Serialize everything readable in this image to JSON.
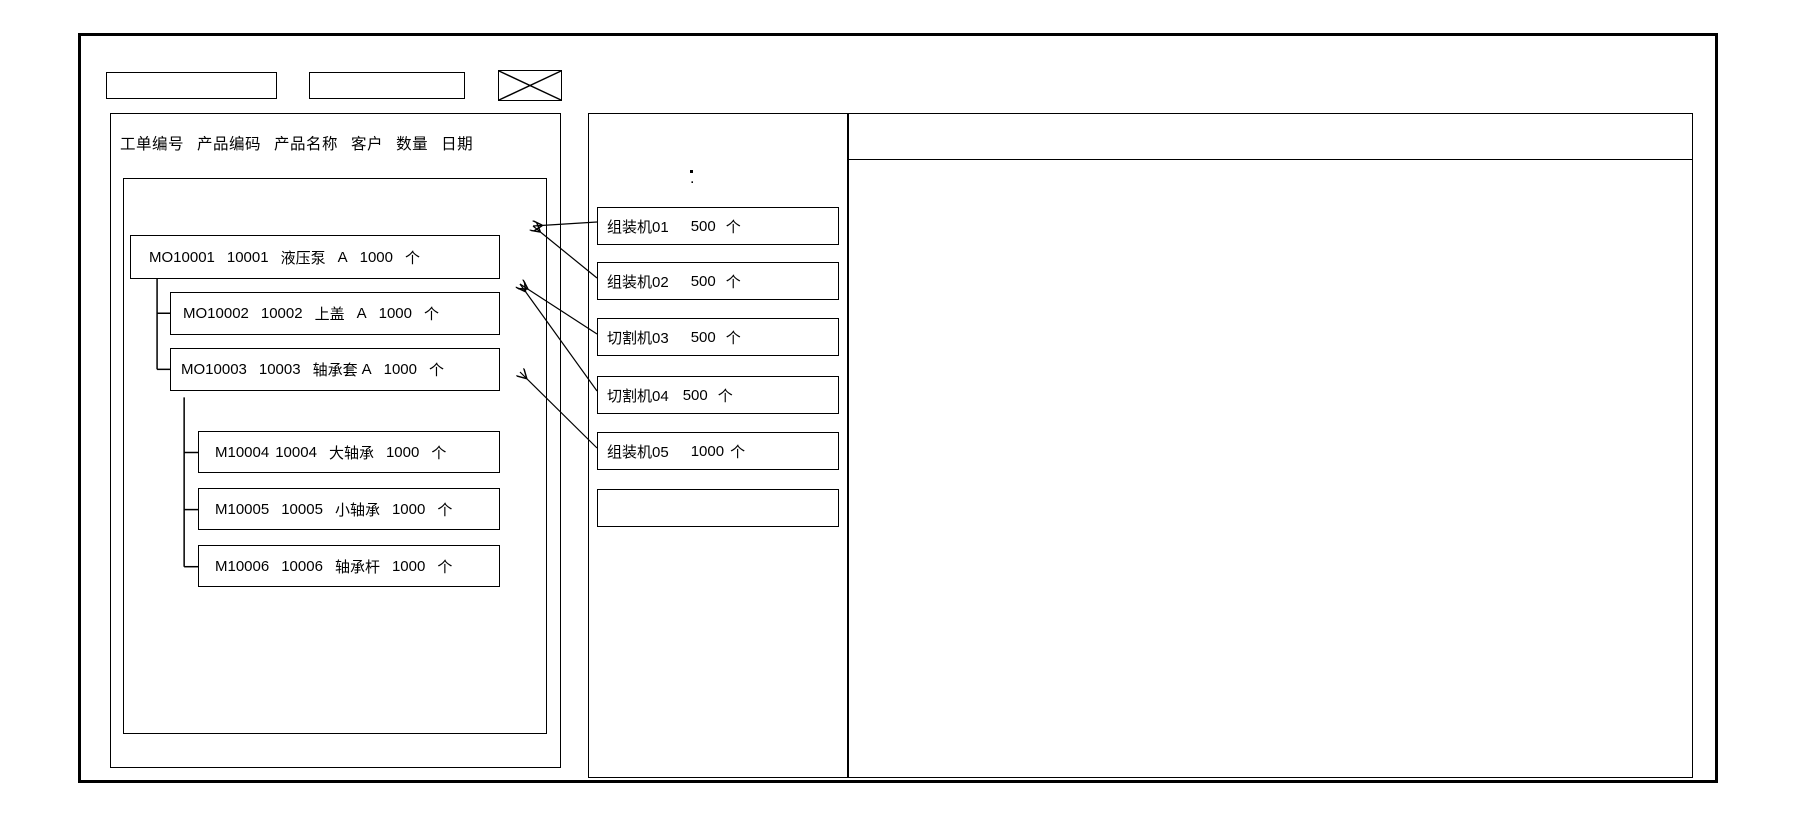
{
  "window": {
    "title": ""
  },
  "toolbar": {
    "field_1_value": "",
    "field_2_value": "",
    "x_button_label": "",
    "x_button_icon": "crossed-box-icon"
  },
  "left_panel": {
    "columns": [
      "工单编号",
      "产品编码",
      "产品名称",
      "客户",
      "数量",
      "日期"
    ],
    "rows": [
      {
        "level": 0,
        "order_no": "MO10001",
        "product_code": "10001",
        "product_name": "液压泵",
        "customer": "A",
        "qty": "1000",
        "unit": "个"
      },
      {
        "level": 1,
        "order_no": "MO10002",
        "product_code": "10002",
        "product_name": "上盖",
        "customer": "A",
        "qty": "1000",
        "unit": "个"
      },
      {
        "level": 1,
        "order_no": "MO10003",
        "product_code": "10003",
        "product_name": "轴承套",
        "customer": "A",
        "qty": "1000",
        "unit": "个"
      },
      {
        "level": 2,
        "order_no": "M10004",
        "product_code": "10004",
        "product_name": "大轴承",
        "customer": "",
        "qty": "1000",
        "unit": "个"
      },
      {
        "level": 2,
        "order_no": "M10005",
        "product_code": "10005",
        "product_name": "小轴承",
        "customer": "",
        "qty": "1000",
        "unit": "个"
      },
      {
        "level": 2,
        "order_no": "M10006",
        "product_code": "10006",
        "product_name": "轴承杆",
        "customer": "",
        "qty": "1000",
        "unit": "个"
      }
    ]
  },
  "middle_panel": {
    "marker": ".",
    "operations": [
      {
        "machine": "组装机01",
        "qty": "500",
        "unit": "个"
      },
      {
        "machine": "组装机02",
        "qty": "500",
        "unit": "个"
      },
      {
        "machine": "切割机03",
        "qty": "500",
        "unit": "个"
      },
      {
        "machine": "切割机04",
        "qty": "500",
        "unit": "个"
      },
      {
        "machine": "组装机05",
        "qty": "1000",
        "unit": "个"
      }
    ],
    "empty_slot_value": ""
  },
  "right_panel": {
    "header_row_value": "",
    "body_value": ""
  },
  "colors": {
    "line": "#000000",
    "background": "#ffffff"
  }
}
